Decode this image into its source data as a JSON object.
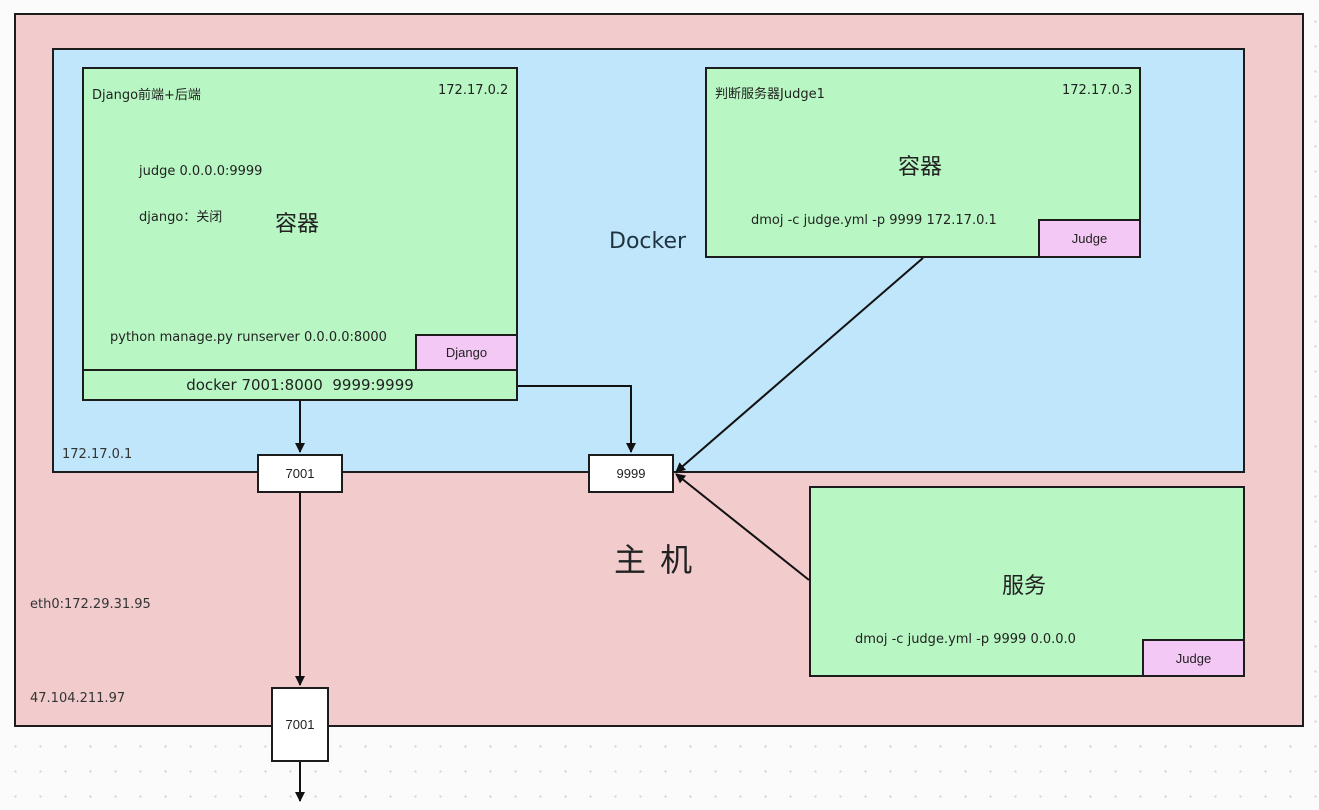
{
  "host": {
    "title": "主 机",
    "eth0_label": "eth0:172.29.31.95",
    "public_ip": "47.104.211.97"
  },
  "docker": {
    "title": "Docker",
    "gateway_ip": "172.17.0.1"
  },
  "django_container": {
    "name": "Django前端+后端",
    "ip": "172.17.0.2",
    "type_label": "容器",
    "line1": "judge 0.0.0.0:9999",
    "line2": "django：关闭",
    "command": "python manage.py runserver 0.0.0.0:8000",
    "badge": "Django",
    "port_mapping": "docker 7001:8000  9999:9999"
  },
  "judge_container": {
    "name": "判断服务器Judge1",
    "ip": "172.17.0.3",
    "type_label": "容器",
    "command": "dmoj -c judge.yml -p 9999 172.17.0.1",
    "badge": "Judge"
  },
  "host_service": {
    "type_label": "服务",
    "command": "dmoj -c judge.yml -p 9999 0.0.0.0",
    "badge": "Judge"
  },
  "ports": {
    "docker_7001": "7001",
    "docker_9999": "9999",
    "host_7001": "7001"
  }
}
